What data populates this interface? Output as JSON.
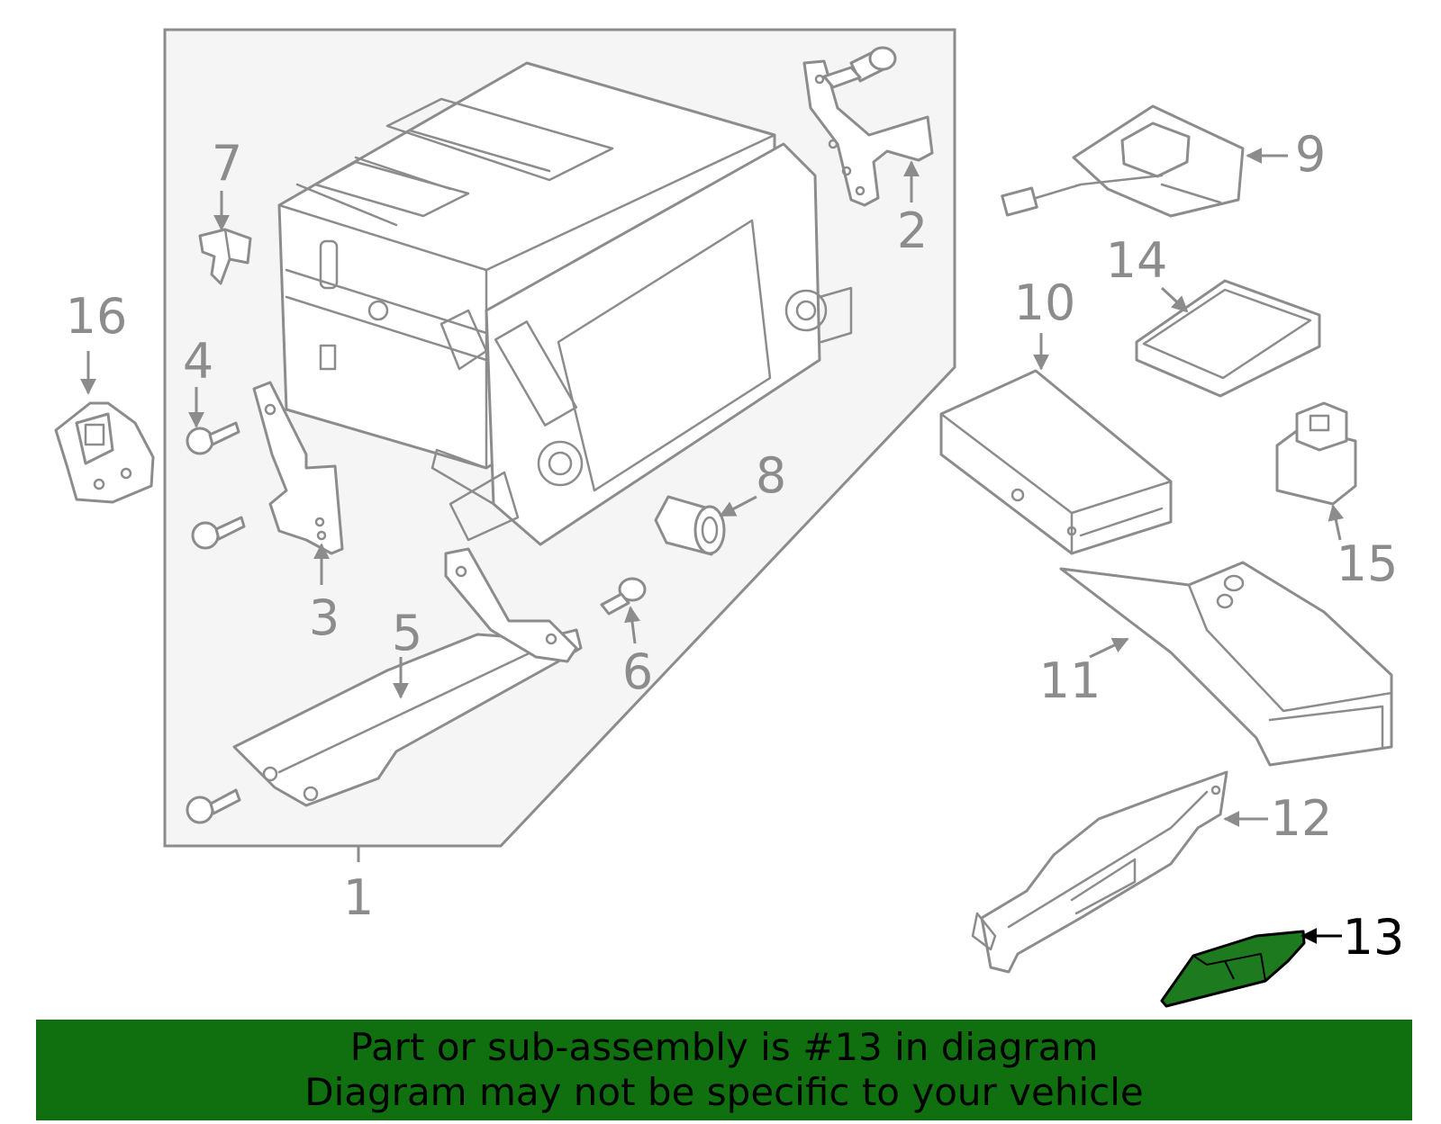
{
  "callouts": {
    "c1": "1",
    "c2": "2",
    "c3": "3",
    "c4": "4",
    "c5": "5",
    "c6": "6",
    "c7": "7",
    "c8": "8",
    "c9": "9",
    "c10": "10",
    "c11": "11",
    "c12": "12",
    "c13": "13",
    "c14": "14",
    "c15": "15",
    "c16": "16"
  },
  "highlight": {
    "part_number": "13",
    "color": "#1e7a1e"
  },
  "colors": {
    "line_art": "#8c8c8c",
    "assembly_box_fill": "#f5f5f5",
    "banner_background": "#107010",
    "banner_text": "#000000"
  },
  "banner": {
    "line1": "Part or sub-assembly is #13 in diagram",
    "line2": "Diagram may not be specific to your vehicle"
  }
}
